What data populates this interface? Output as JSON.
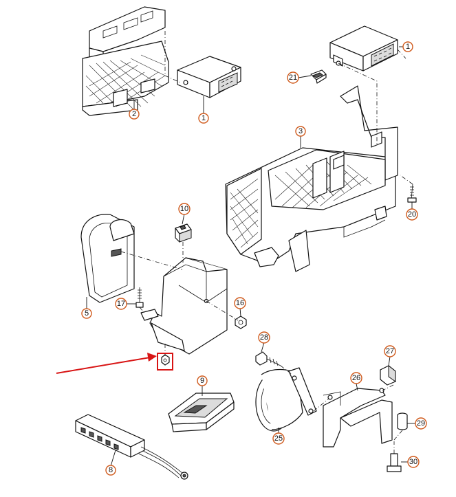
{
  "diagram": {
    "callouts": [
      {
        "id": "c1a",
        "label": "1"
      },
      {
        "id": "c1b",
        "label": "1"
      },
      {
        "id": "c2",
        "label": "2"
      },
      {
        "id": "c3",
        "label": "3"
      },
      {
        "id": "c5",
        "label": "5"
      },
      {
        "id": "c8",
        "label": "8"
      },
      {
        "id": "c9",
        "label": "9"
      },
      {
        "id": "c10",
        "label": "10"
      },
      {
        "id": "c16",
        "label": "16"
      },
      {
        "id": "c17",
        "label": "17"
      },
      {
        "id": "c20",
        "label": "20"
      },
      {
        "id": "c21",
        "label": "21"
      },
      {
        "id": "c25",
        "label": "25"
      },
      {
        "id": "c26",
        "label": "26"
      },
      {
        "id": "c27",
        "label": "27"
      },
      {
        "id": "c28",
        "label": "28"
      },
      {
        "id": "c29",
        "label": "29"
      },
      {
        "id": "c30",
        "label": "30"
      }
    ],
    "colors": {
      "line": "#111111",
      "callout_ring": "#d05a1c",
      "highlight": "#d81414"
    }
  }
}
